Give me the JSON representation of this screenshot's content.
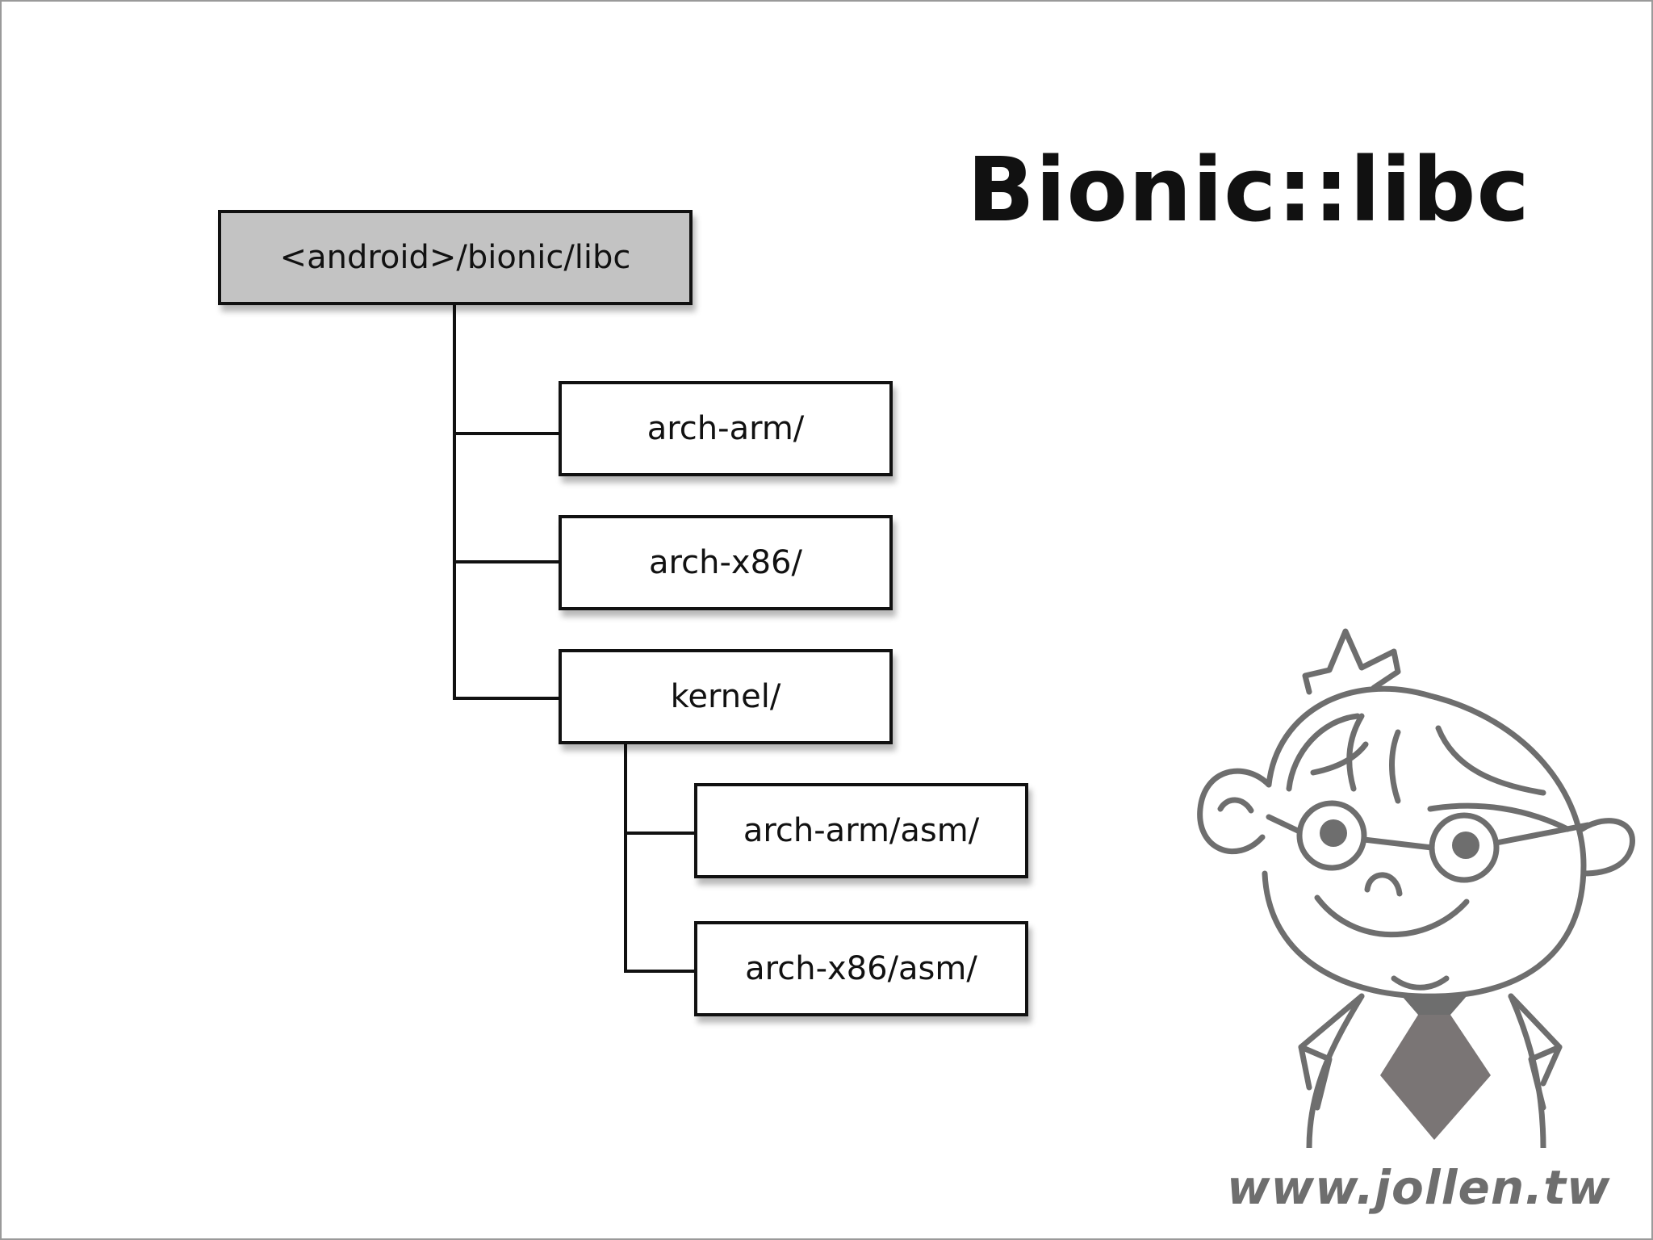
{
  "title": "Bionic::libc",
  "tree": {
    "root": "<android>/bionic/libc",
    "children": [
      "arch-arm/",
      "arch-x86/",
      "kernel/"
    ],
    "kernel_children": [
      "arch-arm/asm/",
      "arch-x86/asm/"
    ]
  },
  "watermark": "www.jollen.tw",
  "colors": {
    "root_fill": "#c3c3c3",
    "line": "#111111",
    "mascot": "#6e6e6e"
  }
}
